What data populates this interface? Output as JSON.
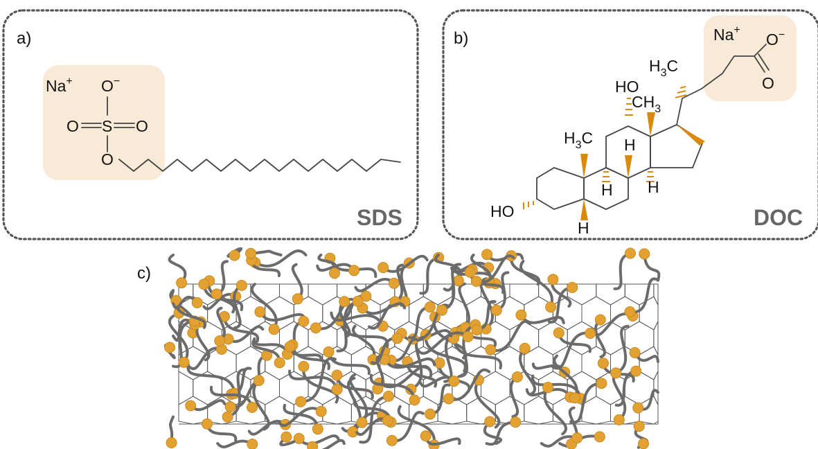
{
  "panels": {
    "a": {
      "label": "a)",
      "name": "SDS",
      "atoms": {
        "na": "Na",
        "na_charge": "+",
        "o_top": "O",
        "o_top_charge": "−",
        "o_left": "O",
        "s": "S",
        "o_right": "O",
        "o_bottom": "O"
      }
    },
    "b": {
      "label": "b)",
      "name": "DOC",
      "atoms": {
        "na": "Na",
        "na_charge": "+",
        "o_minus": "O",
        "o_minus_charge": "−",
        "o_carbonyl": "O",
        "h3c_top": "H",
        "h3c_top_sub": "3",
        "h3c_top_c": "C",
        "ho_top": "HO",
        "ch3": "CH",
        "ch3_sub": "3",
        "h3c_left": "H",
        "h3c_left_sub": "3",
        "h3c_left_c": "C",
        "h_mid": "H",
        "h_b": "H",
        "h_c": "H",
        "h_d": "H",
        "ho_bottom": "HO"
      }
    },
    "c": {
      "label": "c)"
    }
  },
  "colors": {
    "highlight": "#f8ead6",
    "wedge": "#d98a0d",
    "head": "#e2a131",
    "tail": "#6b6b6b",
    "box": "#555555"
  },
  "surfactant_count_shown": "many"
}
